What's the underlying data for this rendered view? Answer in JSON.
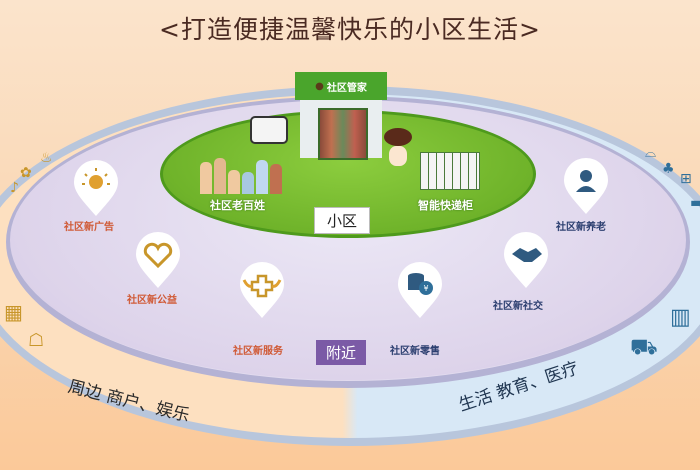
{
  "title": "<打造便捷温馨快乐的小区生活>",
  "center": {
    "shop_sign": "社区管家",
    "residents_label": "社区老百姓",
    "locker_label": "智能快递柜",
    "zone_badge": "小区"
  },
  "nearby": {
    "zone_badge": "附近",
    "pins": [
      {
        "label": "社区新广告",
        "icon": "lightbulb-icon",
        "color": "#d05a36"
      },
      {
        "label": "社区新公益",
        "icon": "heart-smile-icon",
        "color": "#d05a36"
      },
      {
        "label": "社区新服务",
        "icon": "medical-cross-wings-icon",
        "color": "#d05a36"
      },
      {
        "label": "社区新零售",
        "icon": "coins-yuan-icon",
        "color": "#2c3f70"
      },
      {
        "label": "社区新社交",
        "icon": "handshake-icon",
        "color": "#2c3f70"
      },
      {
        "label": "社区新养老",
        "icon": "elderly-person-icon",
        "color": "#2c3f70"
      }
    ]
  },
  "outer": {
    "left_label": "周边 商户、娱乐",
    "right_label": "生活 教育、医疗"
  },
  "colors": {
    "green": "#6fb32a",
    "purple_badge": "#7b5aa6",
    "orange_text": "#d05a36",
    "navy_text": "#2c3f70",
    "gold_icon": "#c8962a",
    "blue_icon": "#2f6f9a"
  }
}
